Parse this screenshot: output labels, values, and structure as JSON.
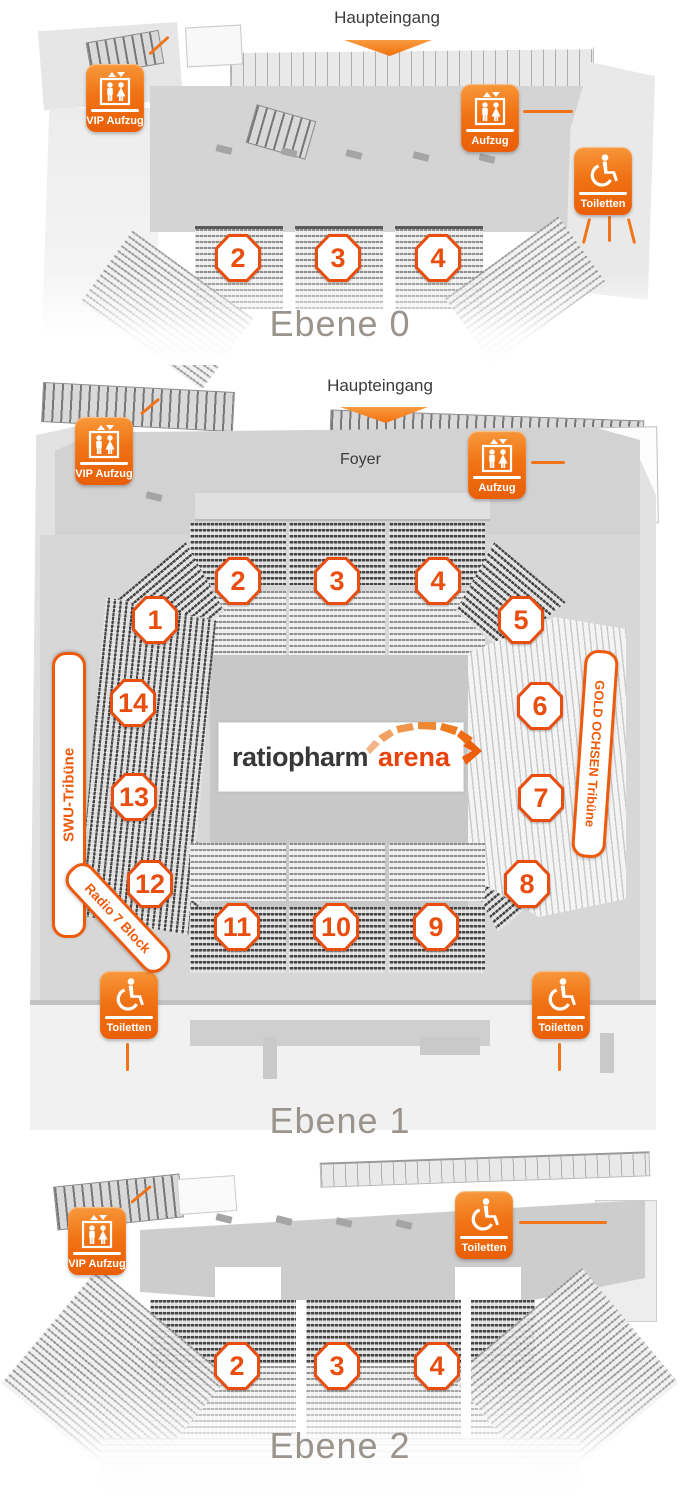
{
  "colors": {
    "accent": "#e84e0f",
    "sign_orange": "#f07314",
    "label_gray": "#9a948c",
    "text_dark": "#3b3b3b"
  },
  "level0": {
    "title": "Ebene 0",
    "entrance": "Haupteingang",
    "signs": {
      "vip_lift": "VIP Aufzug",
      "lift": "Aufzug",
      "toilets": "Toiletten"
    },
    "blocks": [
      "2",
      "3",
      "4"
    ]
  },
  "level1": {
    "title": "Ebene 1",
    "entrance": "Haupteingang",
    "foyer": "Foyer",
    "logo": {
      "brand": "ratiopharm",
      "venue": "arena"
    },
    "tribunes": {
      "west": "SWU-Tribüne",
      "east": "GOLD OCHSEN Tribüne",
      "fan_block": "Radio 7 Block"
    },
    "signs": {
      "vip_lift": "VIP Aufzug",
      "lift": "Aufzug",
      "toilets_left": "Toiletten",
      "toilets_right": "Toiletten"
    },
    "blocks": [
      "1",
      "2",
      "3",
      "4",
      "5",
      "6",
      "7",
      "8",
      "9",
      "10",
      "11",
      "12",
      "13",
      "14"
    ]
  },
  "level2": {
    "title": "Ebene 2",
    "signs": {
      "vip_lift": "VIP Aufzug",
      "toilets": "Toiletten"
    },
    "blocks": [
      "2",
      "3",
      "4"
    ]
  }
}
